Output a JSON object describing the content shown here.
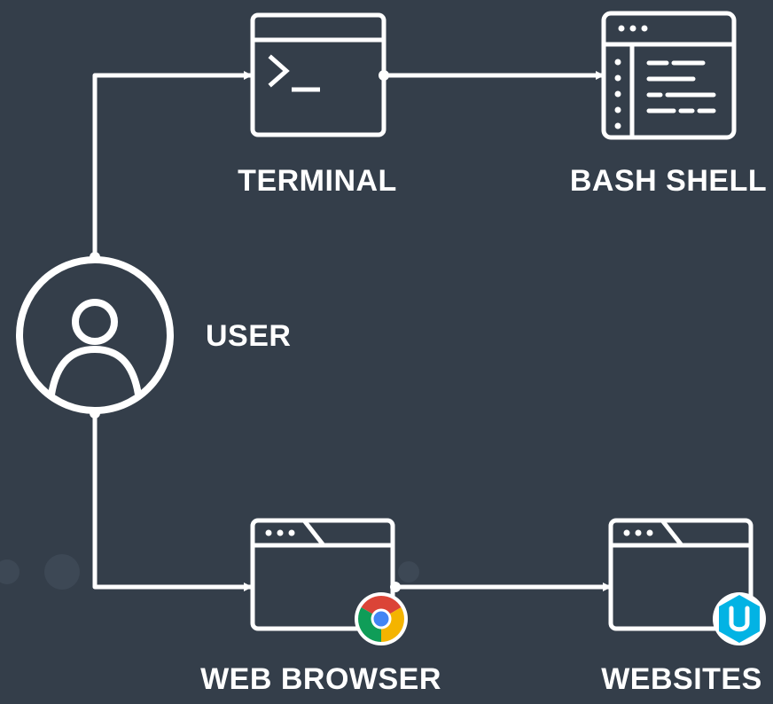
{
  "nodes": {
    "terminal": {
      "label": "TERMINAL"
    },
    "bash_shell": {
      "label": "BASH SHELL"
    },
    "user": {
      "label": "USER"
    },
    "web_browser": {
      "label": "WEB BROWSER"
    },
    "websites": {
      "label": "WEBSITES"
    }
  },
  "edges": [
    {
      "from": "user",
      "to": "terminal"
    },
    {
      "from": "terminal",
      "to": "bash_shell"
    },
    {
      "from": "user",
      "to": "web_browser"
    },
    {
      "from": "web_browser",
      "to": "websites"
    }
  ],
  "colors": {
    "background": "#343e4a",
    "stroke": "#ffffff",
    "chrome_red": "#db4437",
    "chrome_yellow": "#f4b400",
    "chrome_green": "#0f9d58",
    "chrome_blue": "#4285f4",
    "udacity_blue": "#02b3e4"
  },
  "icons": {
    "terminal": "terminal-window-icon",
    "bash_shell": "code-window-icon",
    "user": "user-avatar-icon",
    "web_browser": "browser-window-icon",
    "websites": "browser-window-icon",
    "browser_badge": "chrome-logo-icon",
    "websites_badge": "udacity-logo-icon"
  }
}
